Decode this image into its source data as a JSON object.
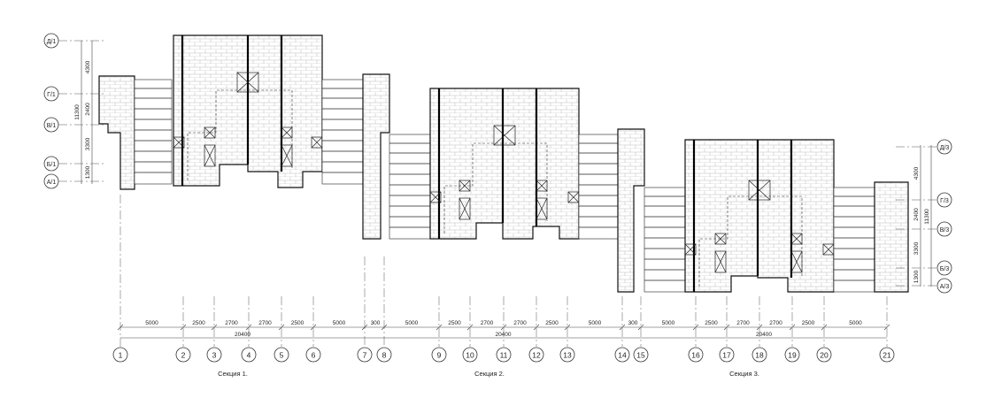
{
  "axes_bottom": [
    "1",
    "2",
    "3",
    "4",
    "5",
    "6",
    "7",
    "8",
    "9",
    "10",
    "11",
    "12",
    "13",
    "14",
    "15",
    "16",
    "17",
    "18",
    "19",
    "20",
    "21"
  ],
  "axes_left": [
    "Д/1",
    "Г/1",
    "В/1",
    "Б/1",
    "А/1"
  ],
  "axes_right": [
    "Д/3",
    "Г/3",
    "В/3",
    "Б/3",
    "А/3"
  ],
  "dims_top_row": [
    "5000",
    "2500",
    "2700",
    "2700",
    "2500",
    "5000",
    "300",
    "5000",
    "2500",
    "2700",
    "2700",
    "2500",
    "5000",
    "300",
    "5000",
    "2500",
    "2700",
    "2700",
    "2500",
    "5000"
  ],
  "dims_total_row": [
    "20400",
    "20400",
    "20400"
  ],
  "dims_left_segments": [
    "4300",
    "2400",
    "3300",
    "1300"
  ],
  "dims_left_total": "11300",
  "dims_right_segments": [
    "4300",
    "2400",
    "3300",
    "1300"
  ],
  "dims_right_total": "11300",
  "section_labels": [
    "Секция 1.",
    "Секция 2.",
    "Секция 3."
  ],
  "colors": {
    "line": "#111111",
    "fill": "#ffffff",
    "brick": "#bbbbbb"
  }
}
